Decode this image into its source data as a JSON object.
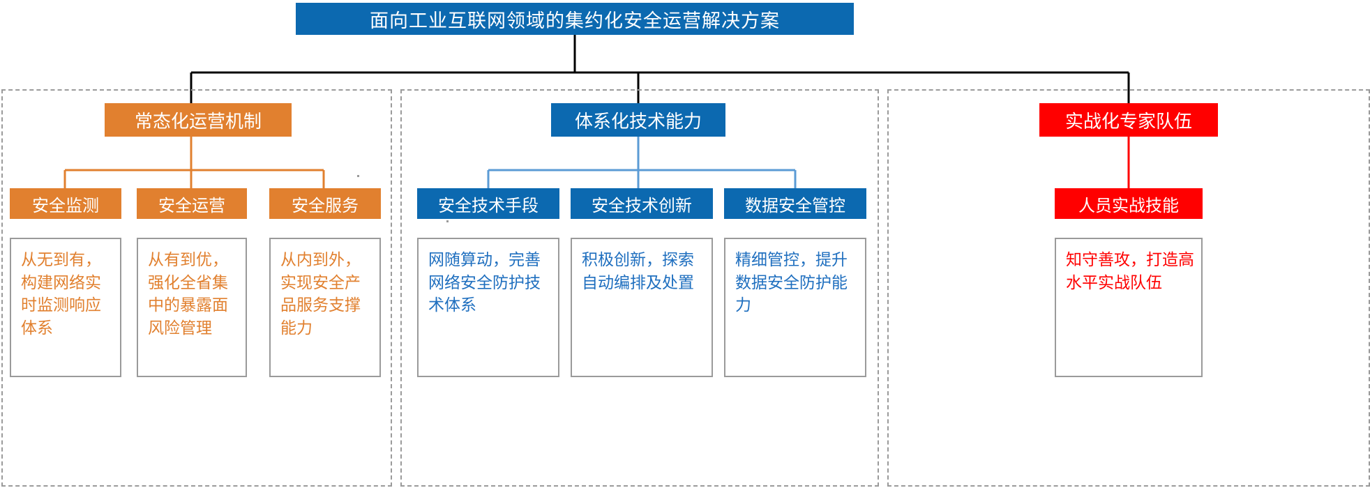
{
  "title": {
    "text": "面向工业互联网领域的集约化安全运营解决方案",
    "color": "#0C69B0"
  },
  "colors": {
    "blue": "#0C69B0",
    "light_blue": "#5B9BD5",
    "orange": "#E1802F",
    "red": "#FF0000",
    "frame_gray": "#9A9A9A",
    "card_border": "#9A9A9A",
    "text_blue": "#1F6FBF"
  },
  "pillars": [
    {
      "id": "operations",
      "header": "常态化运营机制",
      "accent": "#E1802F",
      "items": [
        {
          "label": "安全监测",
          "desc": "从无到有，构建网络实时监测响应体系"
        },
        {
          "label": "安全运营",
          "desc": "从有到优，强化全省集中的暴露面风险管理"
        },
        {
          "label": "安全服务",
          "desc": "从内到外，实现安全产品服务支撑能力"
        }
      ]
    },
    {
      "id": "technology",
      "header": "体系化技术能力",
      "accent": "#0C69B0",
      "items": [
        {
          "label": "安全技术手段",
          "desc": "网随算动，完善网络安全防护技术体系"
        },
        {
          "label": "安全技术创新",
          "desc": "积极创新，探索自动编排及处置"
        },
        {
          "label": "数据安全管控",
          "desc": "精细管控，提升数据安全防护能力"
        }
      ]
    },
    {
      "id": "experts",
      "header": "实战化专家队伍",
      "accent": "#FF0000",
      "items": [
        {
          "label": "人员实战技能",
          "desc": "知守善攻，打造高水平实战队伍"
        }
      ]
    }
  ]
}
